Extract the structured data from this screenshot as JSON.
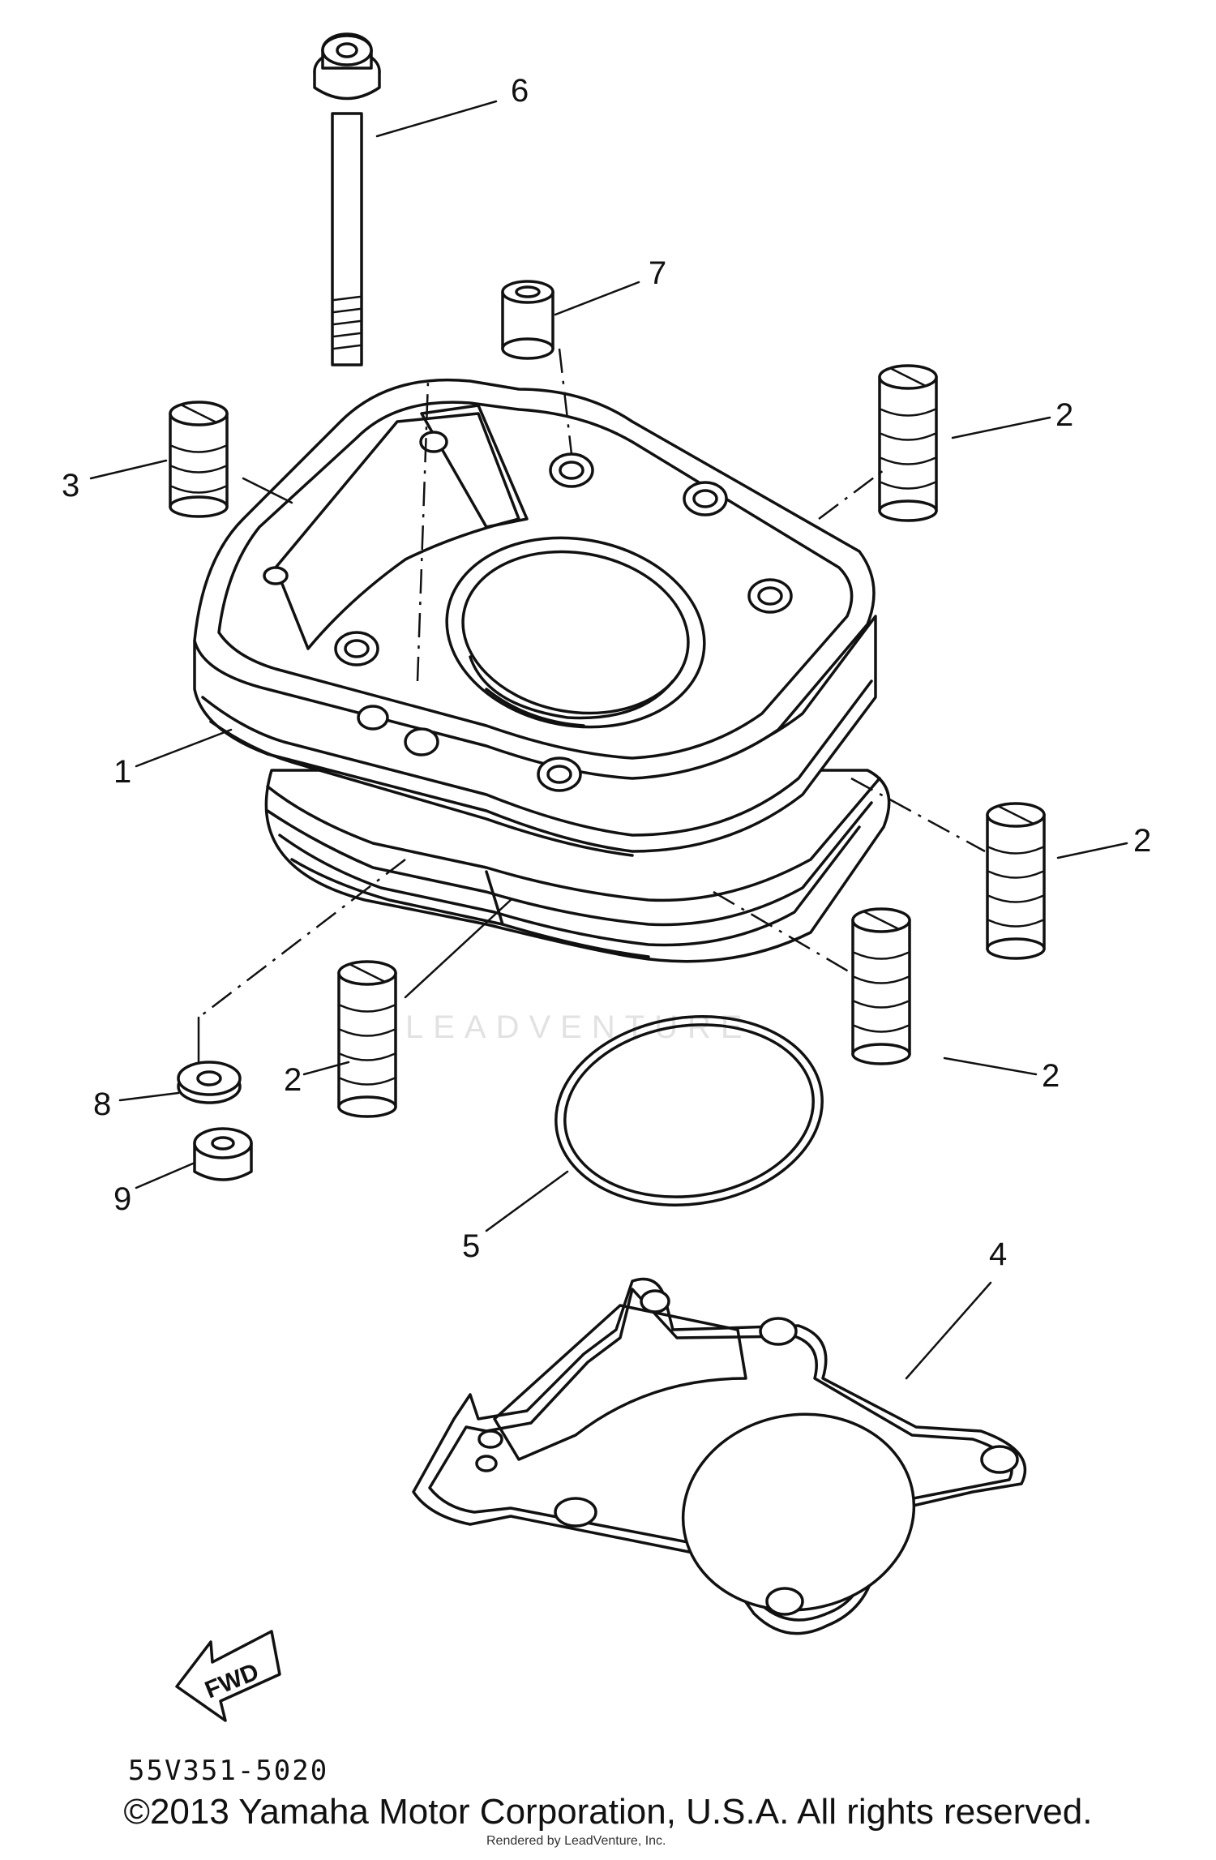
{
  "callouts": [
    {
      "num": "1"
    },
    {
      "num": "2"
    },
    {
      "num": "2"
    },
    {
      "num": "2"
    },
    {
      "num": "2"
    },
    {
      "num": "3"
    },
    {
      "num": "4"
    },
    {
      "num": "5"
    },
    {
      "num": "6"
    },
    {
      "num": "7"
    },
    {
      "num": "8"
    },
    {
      "num": "9"
    }
  ],
  "fwd_label": "FWD",
  "diagram_code": "55V351-5020",
  "watermark": "LEADVENTURE",
  "copyright": "©2013 Yamaha Motor Corporation, U.S.A. All rights reserved.",
  "render_credit": "Rendered by LeadVenture, Inc."
}
